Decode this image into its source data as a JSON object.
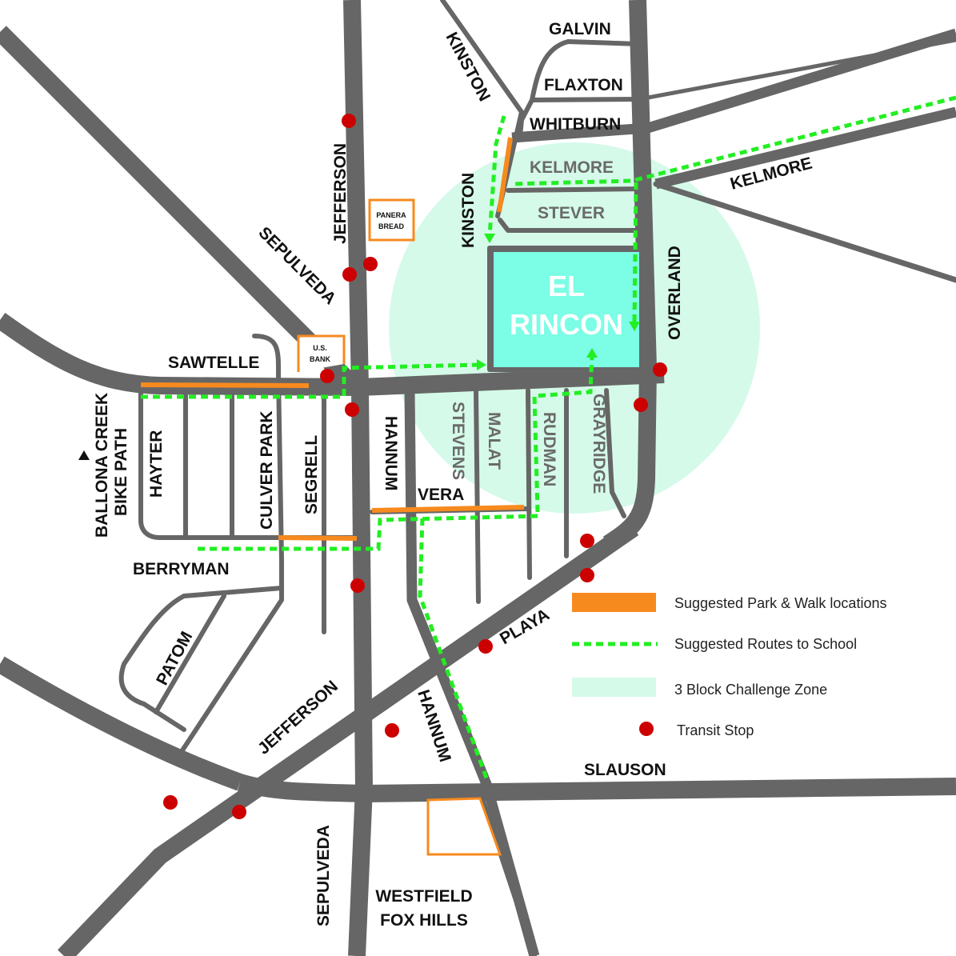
{
  "map": {
    "school": {
      "line1": "EL",
      "line2": "RINCON"
    },
    "streets": {
      "galvin": "GALVIN",
      "flaxton": "FLAXTON",
      "whitburn": "WHITBURN",
      "kelmore_inner": "KELMORE",
      "kelmore_outer": "KELMORE",
      "stever": "STEVER",
      "kinston_top": "KINSTON",
      "kinston_mid": "KINSTON",
      "jefferson_top": "JEFFERSON",
      "jefferson_bottom": "JEFFERSON",
      "sepulveda_top": "SEPULVEDA",
      "sepulveda_bottom": "SEPULVEDA",
      "sawtelle": "SAWTELLE",
      "overland": "OVERLAND",
      "hayter": "HAYTER",
      "culver_park": "CULVER PARK",
      "segrell": "SEGRELL",
      "hannum_top": "HANNUM",
      "hannum_bottom": "HANNUM",
      "stevens": "STEVENS",
      "malat": "MALAT",
      "rudman": "RUDMAN",
      "grayridge": "GRAYRIDGE",
      "vera": "VERA",
      "berryman": "BERRYMAN",
      "patom": "PATOM",
      "playa": "PLAYA",
      "slauson": "SLAUSON"
    },
    "places": {
      "panera_line1": "PANERA",
      "panera_line2": "BREAD",
      "usbank_line1": "U.S.",
      "usbank_line2": "BANK",
      "bike_path_line1": "BALLONA CREEK",
      "bike_path_line2": "BIKE PATH",
      "westfield_line1": "WESTFIELD",
      "westfield_line2": "FOX HILLS"
    },
    "colors": {
      "road": "#666666",
      "park_walk": "#f78a1e",
      "route": "#22ee22",
      "zone": "#d5fae9",
      "school": "#7cfde5",
      "transit": "#cc0000"
    }
  },
  "legend": {
    "items": [
      {
        "label": "Suggested Park & Walk locations"
      },
      {
        "label": "Suggested Routes to School"
      },
      {
        "label": "3 Block Challenge Zone"
      },
      {
        "label": "Transit Stop"
      }
    ]
  }
}
